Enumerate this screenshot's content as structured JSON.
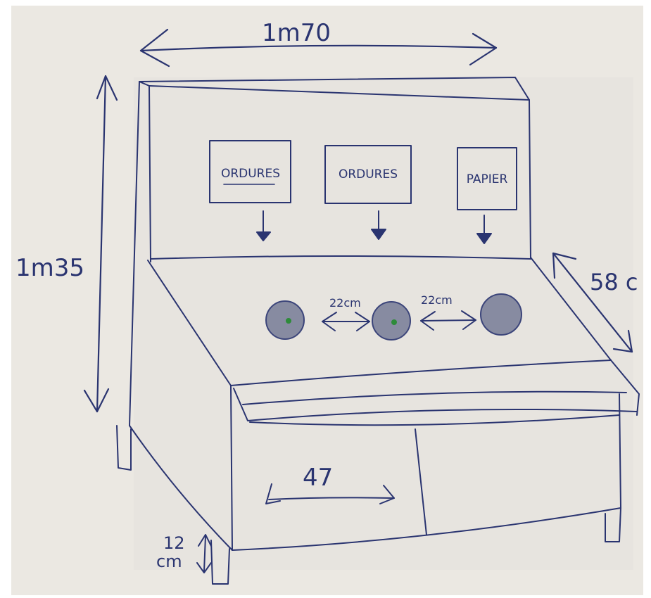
{
  "sketch": {
    "width_label": "1m70",
    "height_label": "1m35",
    "depth_label": "58 c",
    "bins": [
      {
        "label": "ORDURES"
      },
      {
        "label": "ORDURES"
      },
      {
        "label": "PAPIER"
      }
    ],
    "hole_spacing_1": "22cm",
    "hole_spacing_2": "22cm",
    "drawer_width_label": "47",
    "leg_height_label_1": "12",
    "leg_height_label_2": "cm"
  },
  "colors": {
    "paper": "#ebe8e2",
    "ink": "#2a3470",
    "green_dot": "#2e8b3a"
  }
}
